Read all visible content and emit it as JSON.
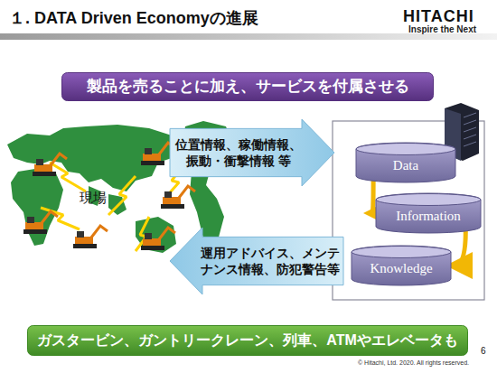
{
  "diagram": {
    "title": "１. DATA Driven Economyの進展",
    "nodes": [
      {
        "text": [
          "製品を売ることに加え、サービスを付属させる"
        ]
      },
      {
        "text": [
          "位置情報、稼働情報、 振動・衝撃情報 等"
        ]
      },
      {
        "text": [
          "Data"
        ]
      },
      {
        "text": [
          "Information"
        ]
      },
      {
        "text": [
          "Knowledge"
        ]
      },
      {
        "text": [
          "運用アドバイス、メンテ ナンス情報、防犯警告等"
        ]
      },
      {
        "text": [
          "ガスタービン、ガントリークレーン、列車、ATMやエレベータも"
        ]
      }
    ],
    "edges": [
      {
        "from": 2,
        "to": 3,
        "arrow": "to"
      },
      {
        "from": 3,
        "to": 4,
        "arrow": "to"
      }
    ],
    "labels": [
      "HITACHI",
      "Inspire the Next",
      "現場",
      "© Hitachi, Ltd. 2020. All rights reserved.",
      "6"
    ]
  }
}
